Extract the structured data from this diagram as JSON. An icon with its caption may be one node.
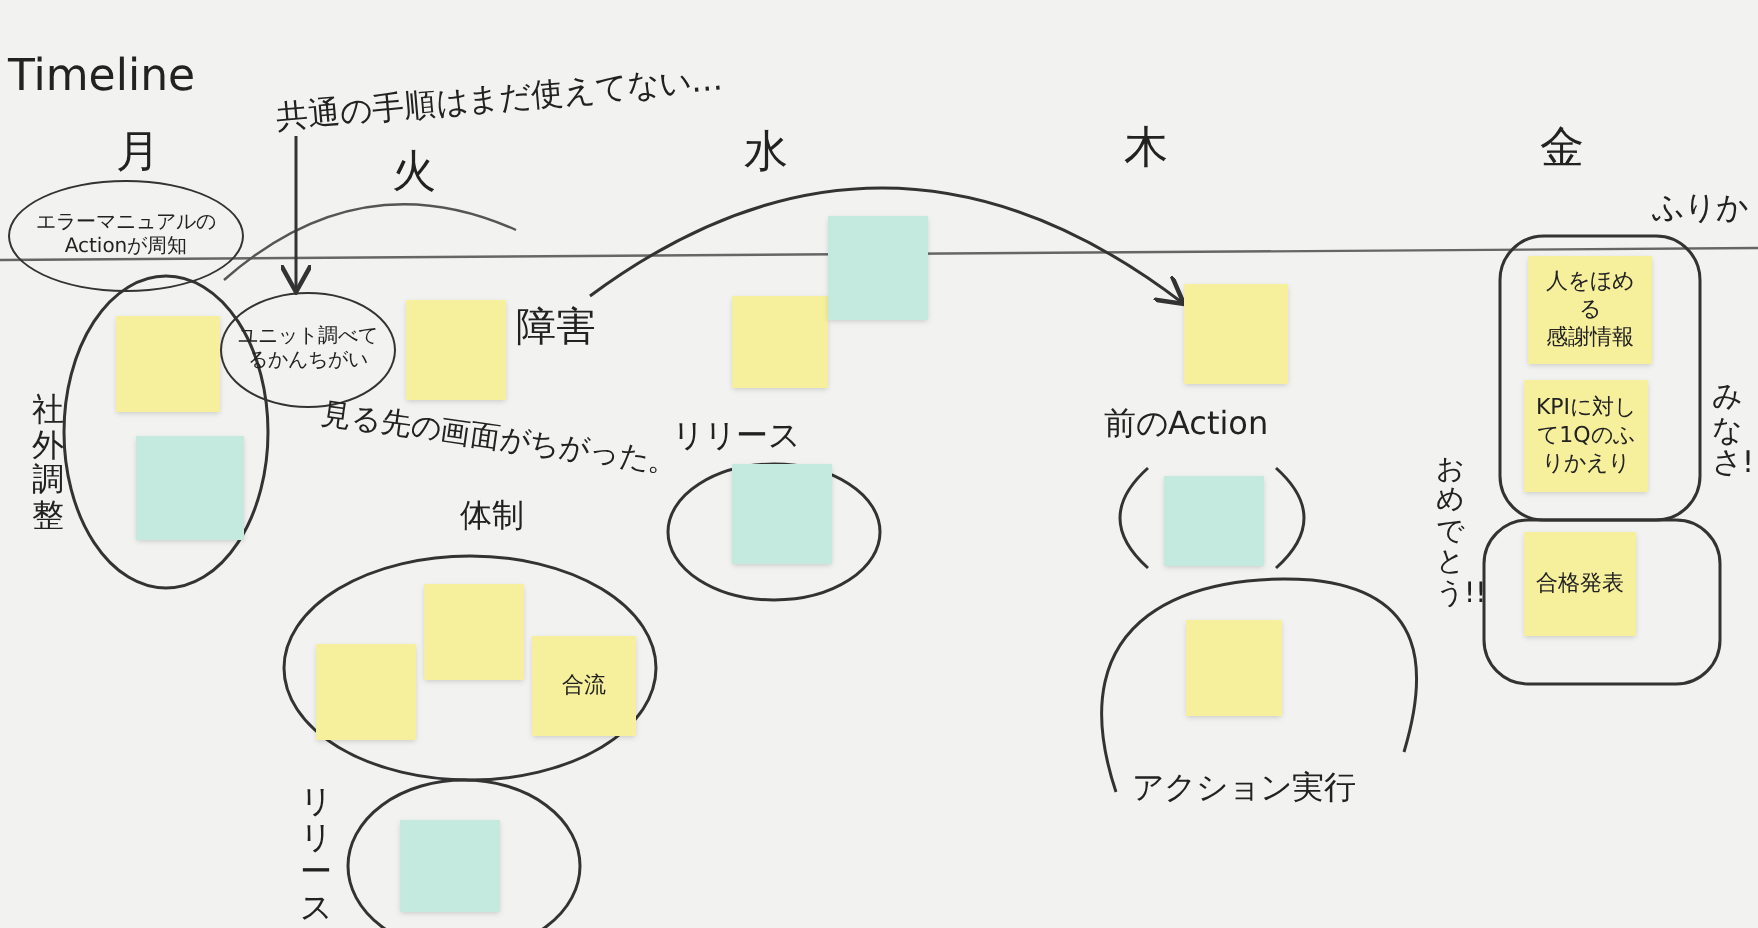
{
  "diagram": {
    "nodes": [
      {
        "text": [
          "エラーマニュアルのActionが周知"
        ]
      },
      {
        "text": [
          "社外調整"
        ]
      },
      {
        "text": [],
        "shape": "box",
        "in": 1
      },
      {
        "text": [],
        "shape": "box",
        "in": 1
      },
      {
        "text": [
          "ユニット調べてるかんちがい"
        ]
      },
      {
        "text": [],
        "shape": "box"
      },
      {
        "text": [
          "障害"
        ]
      },
      {
        "text": [
          "体制"
        ]
      },
      {
        "text": [],
        "shape": "box",
        "in": 7
      },
      {
        "text": [],
        "shape": "box",
        "in": 7
      },
      {
        "text": [
          "合流"
        ],
        "in": 7
      },
      {
        "text": [
          "リリース"
        ]
      },
      {
        "text": [],
        "shape": "box",
        "in": 11
      },
      {
        "text": [],
        "shape": "box"
      },
      {
        "text": [],
        "shape": "box"
      },
      {
        "text": [
          "リリース"
        ]
      },
      {
        "text": [],
        "shape": "box",
        "in": 15
      },
      {
        "text": [],
        "shape": "box"
      },
      {
        "text": [
          "前のAction"
        ]
      },
      {
        "text": [],
        "shape": "box",
        "in": 18
      },
      {
        "text": [
          "アクション実行"
        ]
      },
      {
        "text": [],
        "shape": "box",
        "in": 20
      },
      {
        "text": [],
        "shape": "cloud"
      },
      {
        "text": [
          "人をほめる",
          "感謝情報"
        ],
        "in": 22
      },
      {
        "text": [
          "KPIに対して1Qのふりかえり"
        ],
        "in": 22
      },
      {
        "text": [],
        "shape": "cloud",
        "beside": [
          "おめでとう!!"
        ]
      },
      {
        "text": [
          "合格発表"
        ],
        "in": 25
      },
      {
        "text": [
          "共通の手順はまだ使えてない…"
        ]
      }
    ],
    "edges": [
      {
        "from": 27,
        "to": 4,
        "arrow": "to"
      },
      {
        "from": 6,
        "to": 17,
        "arrow": "to"
      }
    ],
    "labels": [
      "Timeline",
      "月",
      "火",
      "水",
      "木",
      "金",
      "見る先の画面がちがった。",
      "ふりか",
      "みなさ!"
    ]
  }
}
